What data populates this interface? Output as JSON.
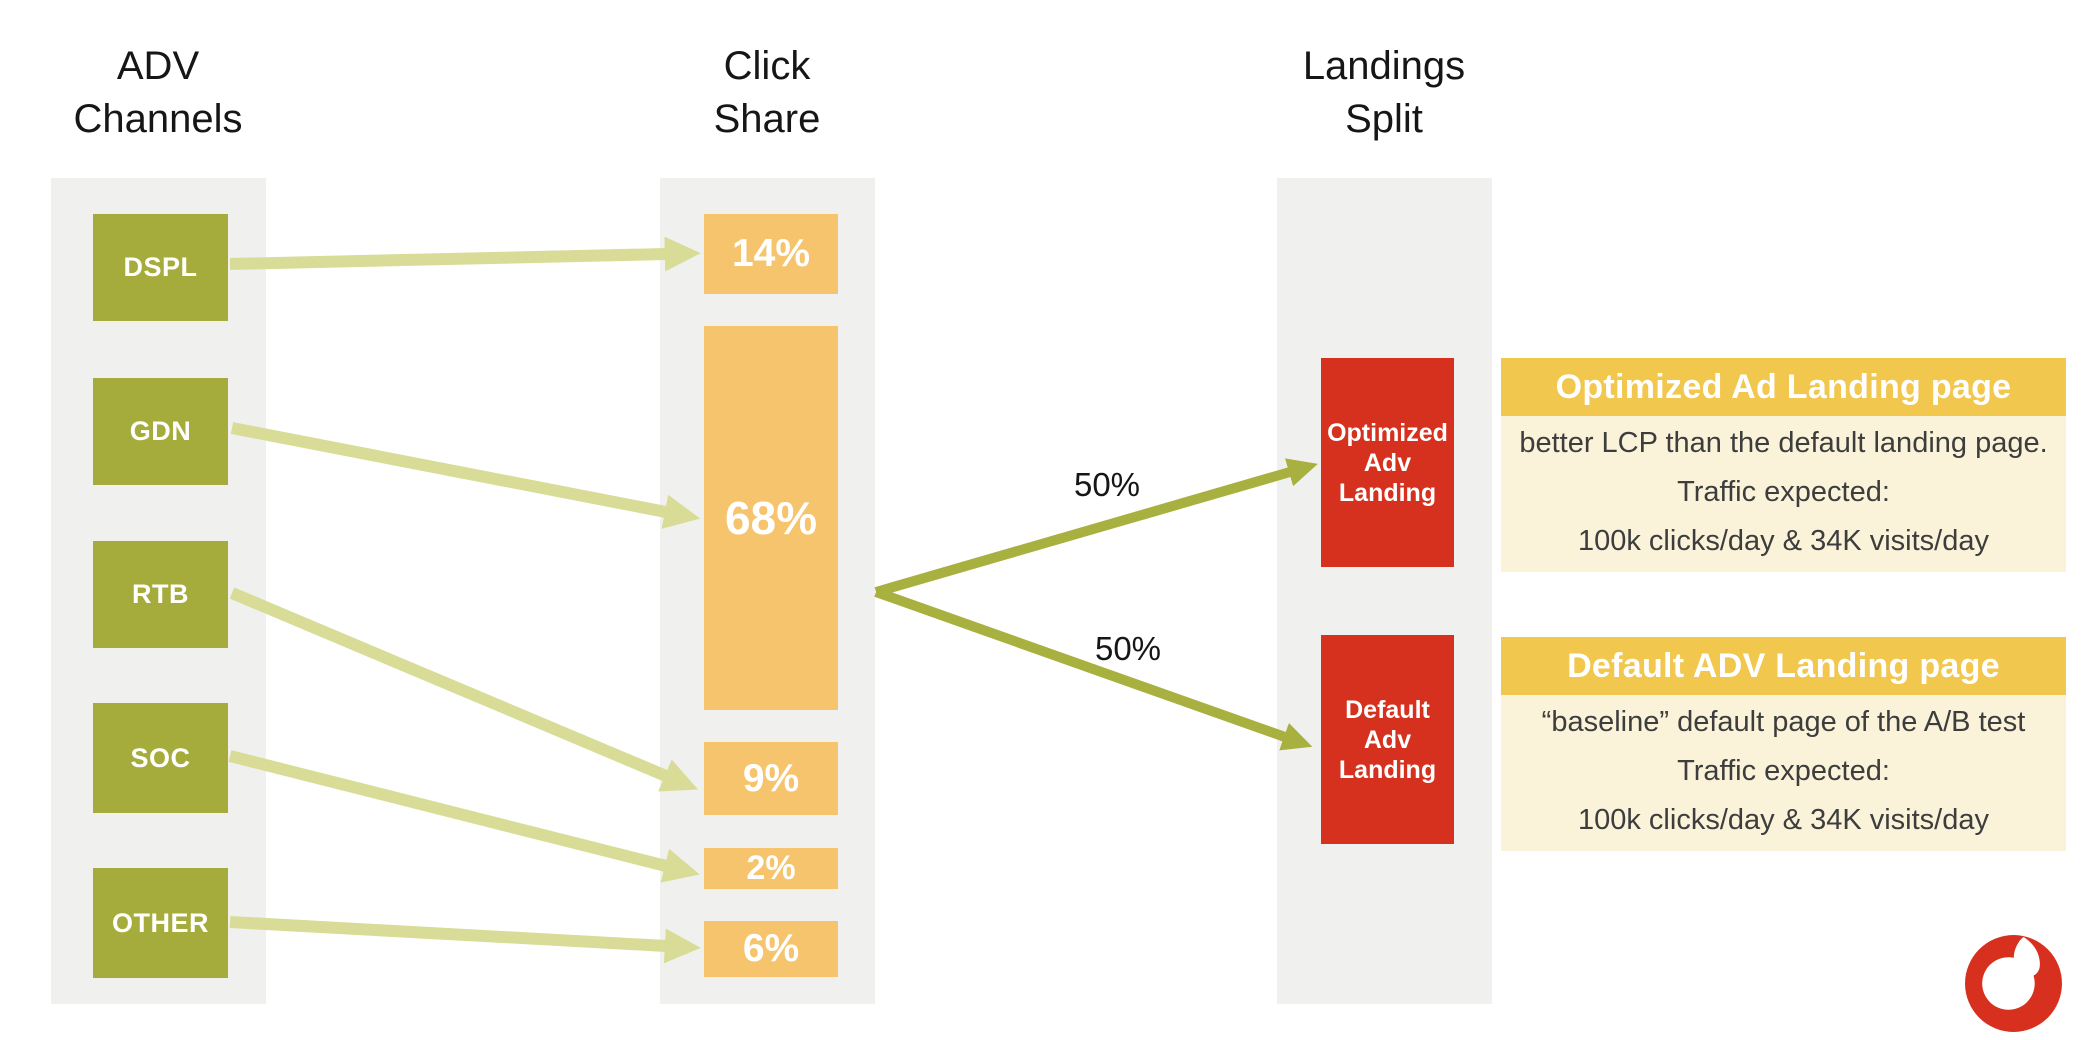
{
  "titles": {
    "adv_channels": "ADV\nChannels",
    "click_share": "Click\nShare",
    "landings_split": "Landings\nSplit"
  },
  "adv_channels": {
    "items": [
      "DSPL",
      "GDN",
      "RTB",
      "SOC",
      "OTHER"
    ]
  },
  "click_share": {
    "items": [
      "14%",
      "68%",
      "9%",
      "2%",
      "6%"
    ]
  },
  "landings": {
    "items": [
      "Optimized\nAdv\nLanding",
      "Default\nAdv\nLanding"
    ]
  },
  "split_labels": [
    "50%",
    "50%"
  ],
  "cards": [
    {
      "title": "Optimized Ad Landing page",
      "lines": "better LCP than the default landing page.\nTraffic expected:\n100k clicks/day  & 34K visits/day"
    },
    {
      "title": "Default ADV Landing page",
      "lines": "“baseline” default page of the A/B test\nTraffic expected:\n100k clicks/day  & 34K visits/day"
    }
  ],
  "flows": [
    {
      "from": "DSPL",
      "to": "14%"
    },
    {
      "from": "GDN",
      "to": "68%"
    },
    {
      "from": "RTB",
      "to": "9%"
    },
    {
      "from": "SOC",
      "to": "2%"
    },
    {
      "from": "OTHER",
      "to": "6%"
    },
    {
      "from": "68%",
      "to": "Optimized Adv Landing",
      "share": "50%"
    },
    {
      "from": "68%",
      "to": "Default Adv Landing",
      "share": "50%"
    }
  ],
  "colors": {
    "channel_green": "#a6ac3b",
    "pale_arrow": "#d8dc96",
    "olive_arrow": "#a8b13f",
    "share_orange": "#f5c46c",
    "landing_red": "#d5311e",
    "card_header_yellow": "#f2c74e",
    "card_body_cream": "#faf3d9",
    "panel_gray": "#f0f0ef",
    "logo_red": "#d7301e"
  },
  "brand": {
    "logo": "vodafone-speechmark"
  }
}
